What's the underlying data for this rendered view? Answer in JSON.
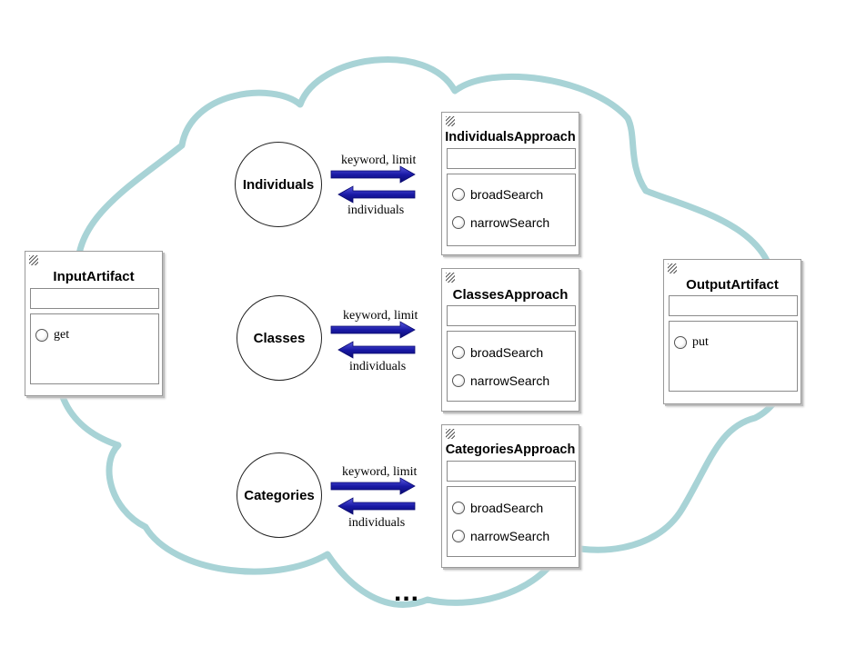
{
  "colors": {
    "cloud_stroke": "#a8d3d6",
    "arrow_fill": "#1a1aa6"
  },
  "actors": [
    {
      "id": "individuals",
      "label": "Individuals"
    },
    {
      "id": "classes",
      "label": "Classes"
    },
    {
      "id": "categories",
      "label": "Categories"
    }
  ],
  "messages": {
    "request": "keyword, limit",
    "response": "individuals"
  },
  "components": {
    "input": {
      "title": "InputArtifact",
      "operations": [
        "get"
      ]
    },
    "output": {
      "title": "OutputArtifact",
      "operations": [
        "put"
      ]
    },
    "individuals_approach": {
      "title": "IndividualsApproach",
      "operations": [
        "broadSearch",
        "narrowSearch"
      ]
    },
    "classes_approach": {
      "title": "ClassesApproach",
      "operations": [
        "broadSearch",
        "narrowSearch"
      ]
    },
    "categories_approach": {
      "title": "CategoriesApproach",
      "operations": [
        "broadSearch",
        "narrowSearch"
      ]
    }
  },
  "ellipsis": "..."
}
